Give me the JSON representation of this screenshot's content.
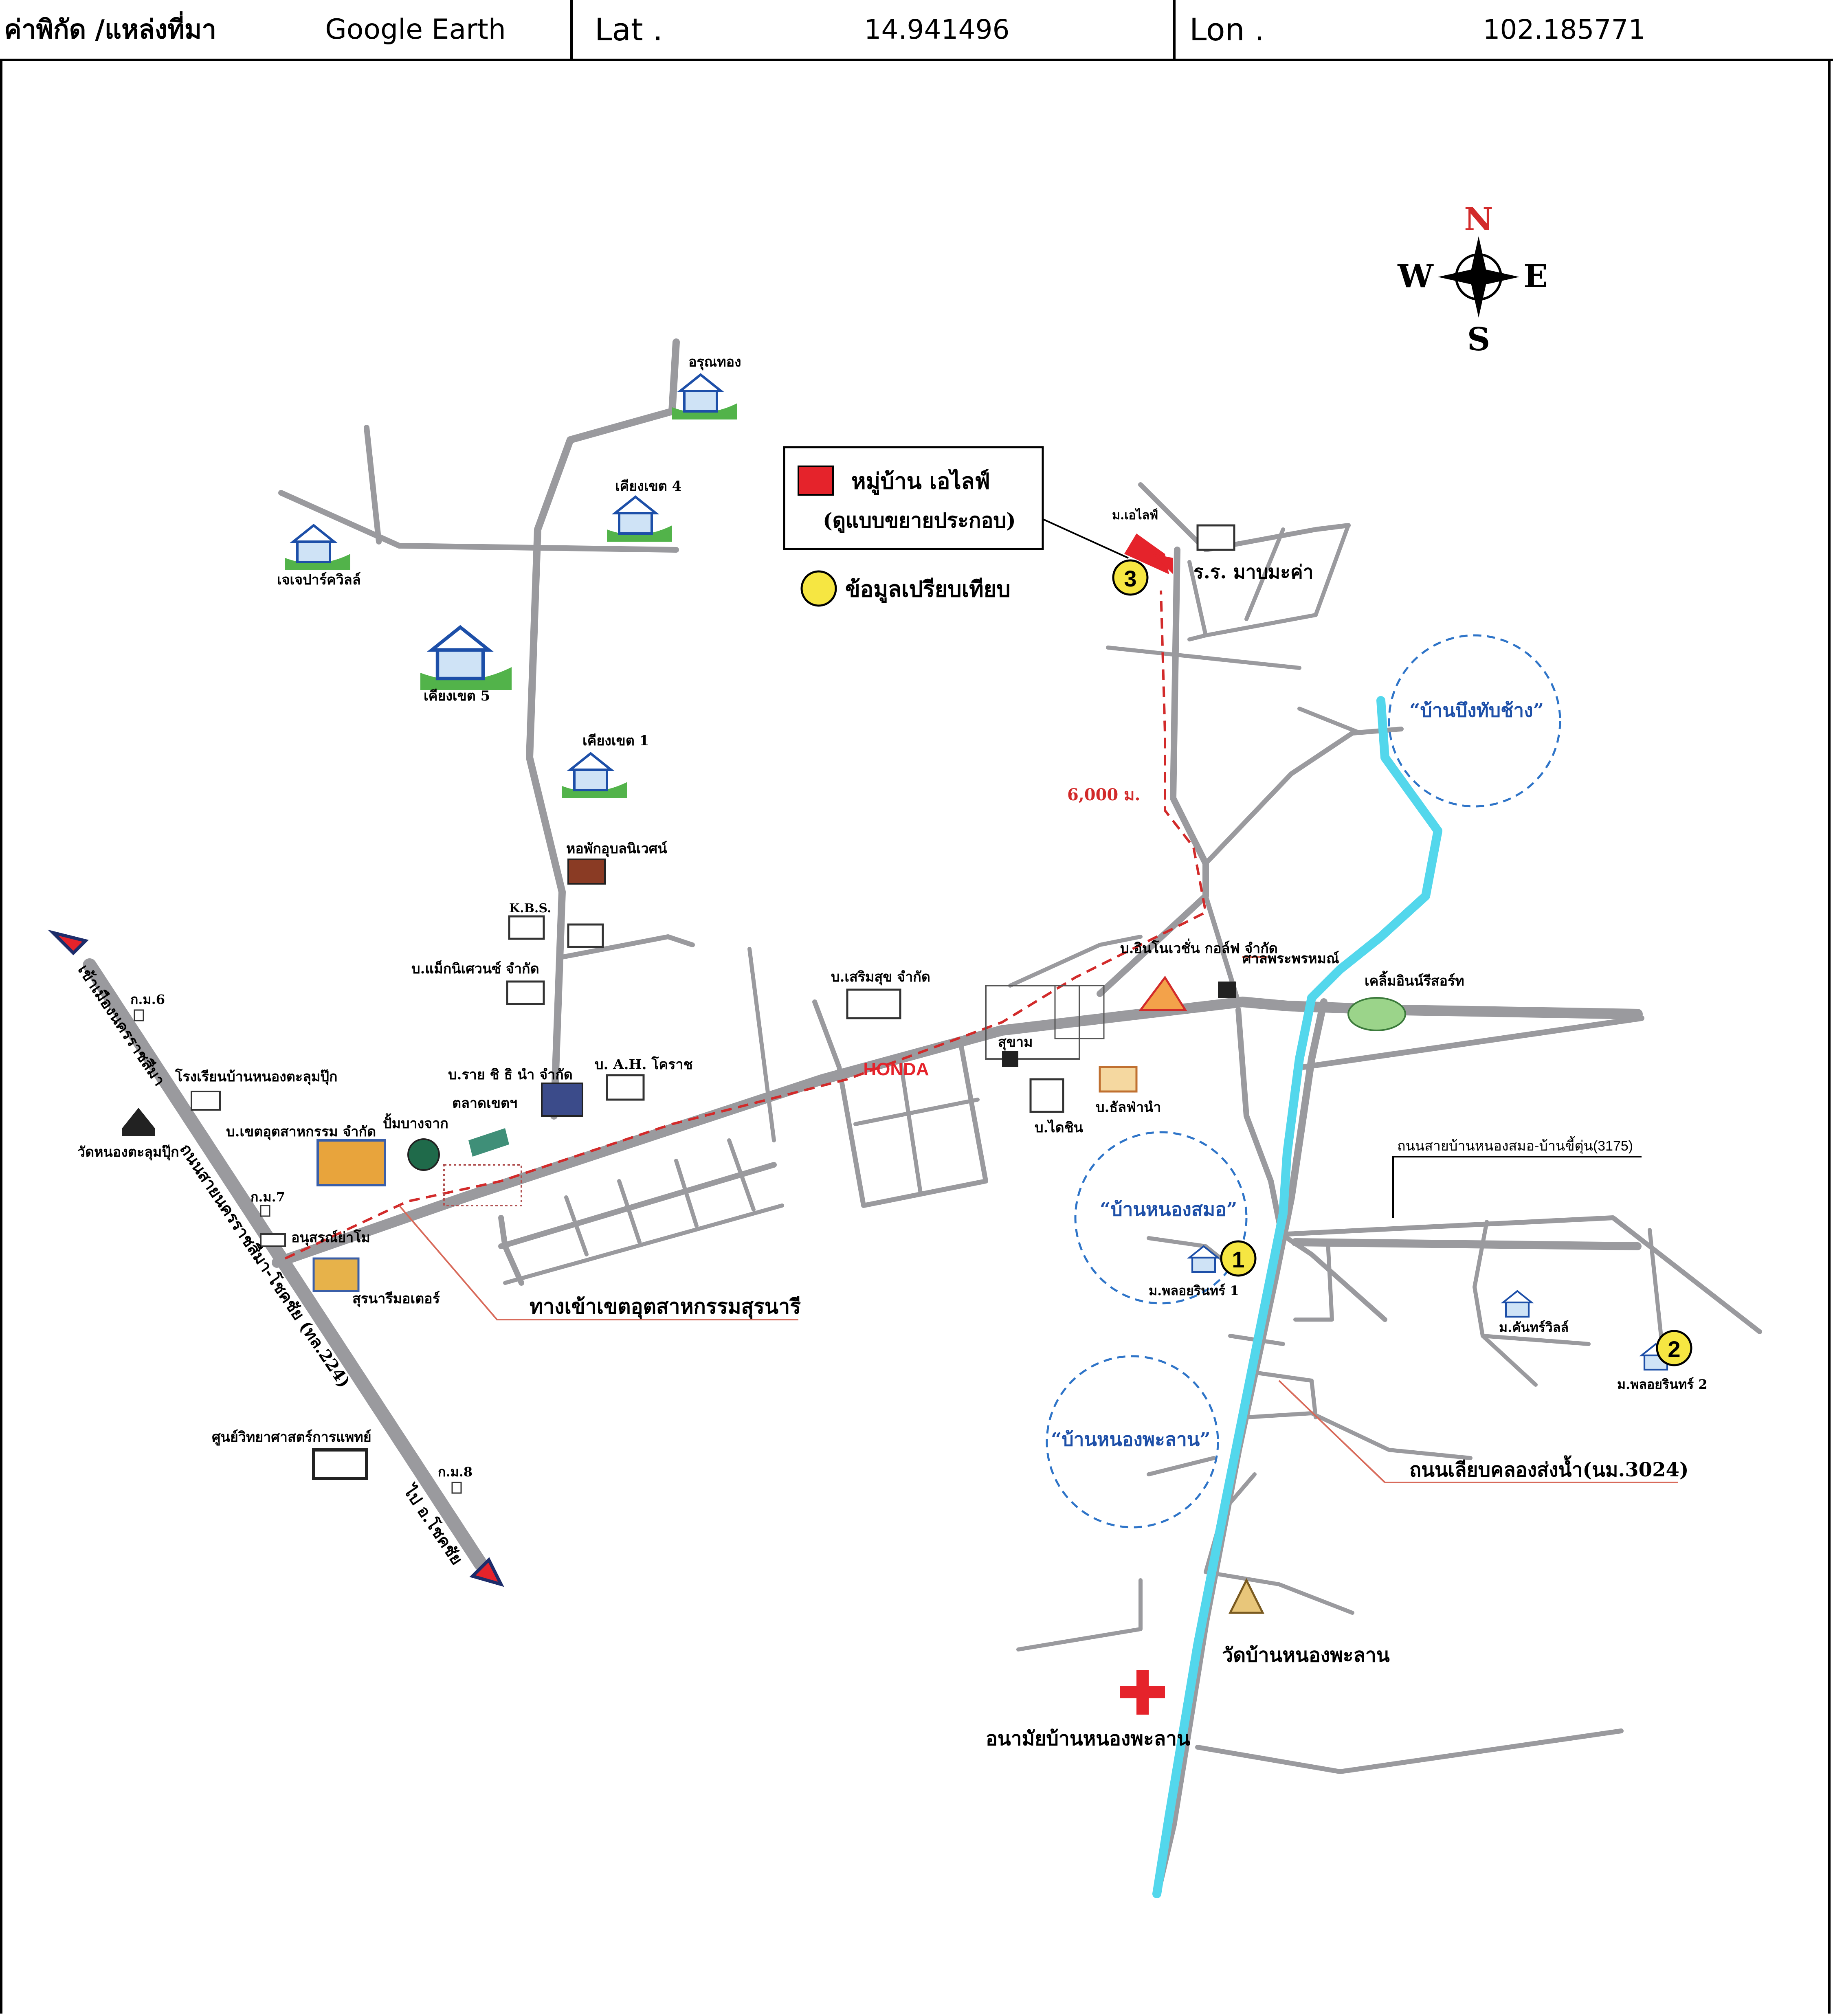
{
  "header": {
    "source_label": "ค่าพิกัด /แหล่งที่มา",
    "source_value": "Google Earth",
    "lat_label": "Lat .",
    "lat_value": "14.941496",
    "lon_label": "Lon .",
    "lon_value": "102.185771"
  },
  "compass": {
    "n": "N",
    "s": "S",
    "e": "E",
    "w": "W"
  },
  "legend": {
    "project_name": "หมู่บ้าน เอไลฟ์",
    "project_note": "(ดูแบบขยายประกอบ)",
    "comparable_label": "ข้อมูลเปรียบเทียบ"
  },
  "colors": {
    "road": "#9a9a9e",
    "canal": "#53d7ec",
    "route": "#d22a2a",
    "zone": "#2e74c8",
    "marker": "#f6e642",
    "project": "#e5232b"
  },
  "labels": {
    "arunthong": "อรุณทอง",
    "khiangkhet4": "เคียงเขต 4",
    "jjpark": "เจเจปาร์ควิลล์",
    "khiangkhet5": "เคียงเขต 5",
    "khiangkhet1": "เคียงเขต 1",
    "dorm": "หอพักอุบลนิเวศน์",
    "kbs": "K.B.S.",
    "mckinsey": "บ.แม็กนิเศวนซ์ จำกัด",
    "raichiena": "บ.ราย ชิ ธิ นำ จำกัด",
    "market": "ตลาดเขตฯ",
    "ah_korat": "บ. A.H. โคราช",
    "industrial": "บ.เขตอุตสาหกรรม จำกัด",
    "fuel": "ปั้มบางจาก",
    "school": "โรงเรียนบ้านหนองตะลุมปุ๊ก",
    "temple1": "วัดหนองตะลุมปุ๊ก",
    "to_city": "เข้าเมืองนครราชสีมา",
    "km6": "ก.ม.6",
    "km7": "ก.ม.7",
    "km8": "ก.ม.8",
    "monument": "อนุสรณ์ย่าโม",
    "surana": "สุรนารีมอเตอร์",
    "highway": "ถนนสายนครราชสีมา-โชคชัย (ทล.224)",
    "to_chokchai": "ไป อ.โชคชัย",
    "medical": "ศูนย์วิทยาศาสตร์การแพทย์",
    "entrance": "ทางเข้าเขตอุตสาหกรรมสุรนารี",
    "soemsuk": "บ.เสริมสุข จำกัด",
    "honda": "HONDA",
    "nursery": "สุขาม",
    "innovation": "บ.อินโนเวชั่น กอล์ฟ จำกัด",
    "shrine": "ศาลพระพรหมณ์",
    "resort": "เคลิ้มอินน์รีสอร์ท",
    "chanpanya": "บ.ธัลฟ่านำ",
    "daisin": "บ.ไดชิน",
    "road3175": "ถนนสายบ้านหนองสมอ-บ้านขี้ตุ่น(3175)",
    "zone_nongsamo": "“บ้านหนองสมอ”",
    "zone_buengthap": "“บ้านบึงทับช้าง”",
    "zone_nongphalan": "“บ้านหนองพะลาน”",
    "ploenrin1": "ม.พลอยรินทร์ 1",
    "ploenrin2": "ม.พลอยรินทร์ 2",
    "kanthara": "ม.คันทร์วิลล์",
    "canal_road": "ถนนเลียบคลองส่งน้ำ(นม.3024)",
    "temple2": "วัดบ้านหนองพะลาน",
    "health": "อนามัยบ้านหนองพะลาน",
    "alife_small": "ม.เอไลฟ์",
    "mabmakham": "ร.ร. มาบมะค่า",
    "distance": "6,000 ม."
  },
  "markers": {
    "m1": "1",
    "m2": "2",
    "m3": "3"
  }
}
